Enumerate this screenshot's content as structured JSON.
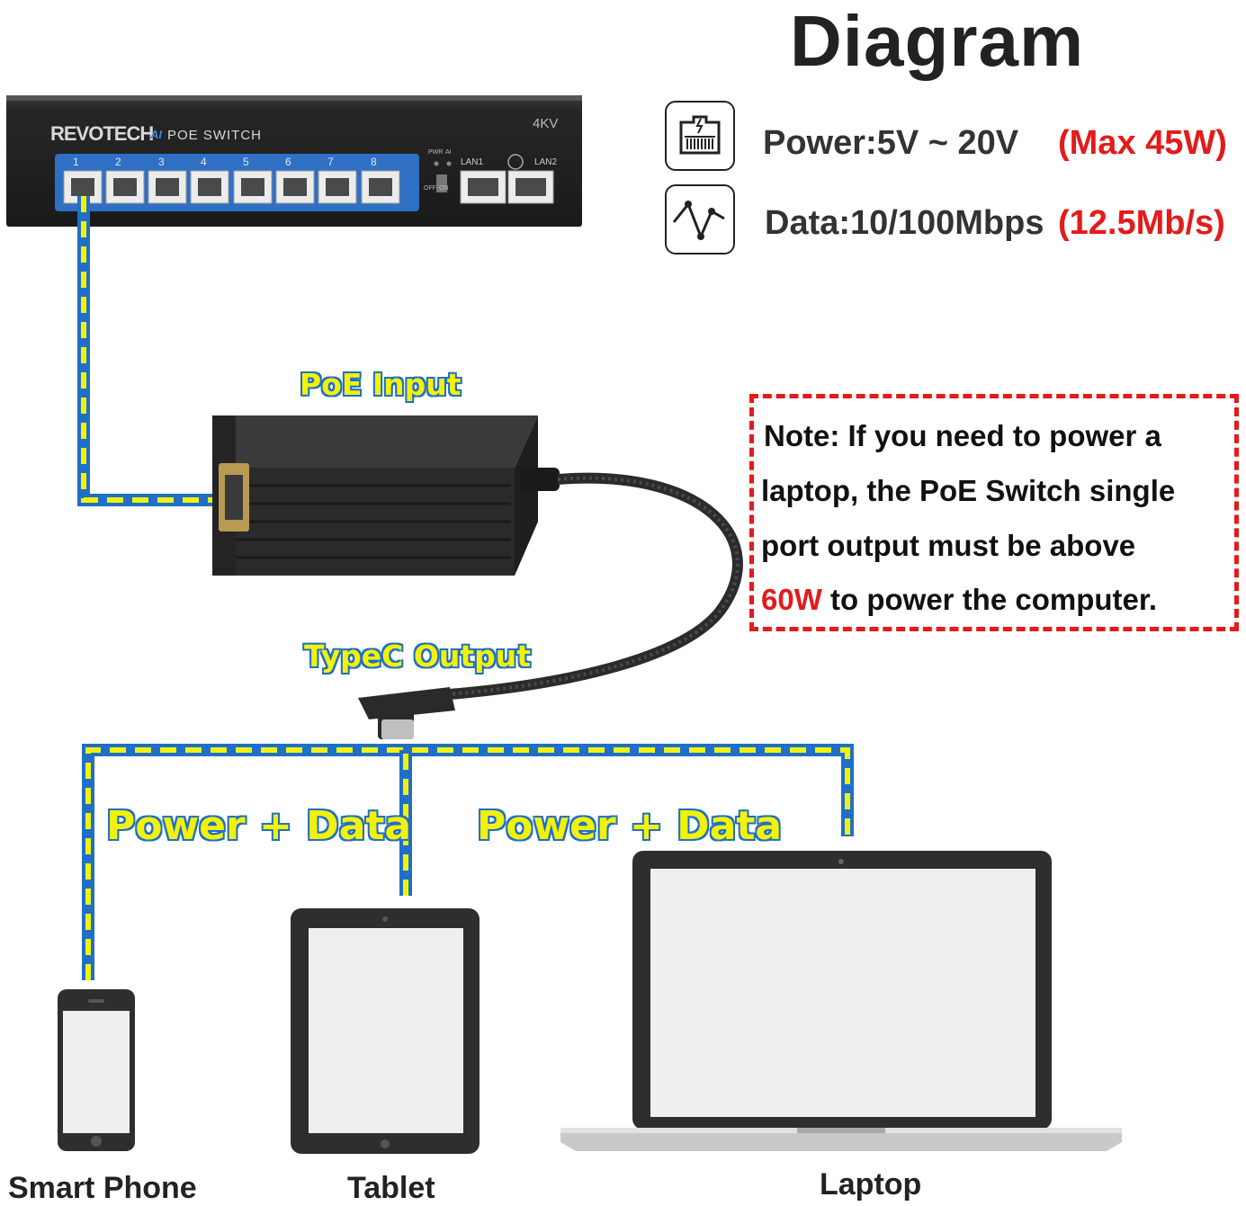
{
  "title": "Diagram",
  "specs": {
    "power_label": "Power:5V ~ 20V",
    "power_note": "(Max 45W)",
    "data_label": "Data:10/100Mbps",
    "data_note": "(12.5Mb/s)",
    "power_icon": "ethernet-port-icon",
    "data_icon": "signal-wave-icon"
  },
  "switch": {
    "brand": "REVOTECH",
    "ai_mark": "AI",
    "model": "POE SWITCH",
    "surge": "4KV",
    "ports": [
      "1",
      "2",
      "3",
      "4",
      "5",
      "6",
      "7",
      "8"
    ],
    "uplinks": [
      "LAN1",
      "LAN2"
    ],
    "switch_labels": {
      "pwr": "PWR",
      "ai": "AI",
      "off": "OFF",
      "on": "ON"
    }
  },
  "labels": {
    "poe_input": "PoE Input",
    "typec_output": "TypeC Output",
    "power_data_left": "Power + Data",
    "power_data_right": "Power + Data"
  },
  "note": {
    "line1": "Note: If you need to power a",
    "line2": "laptop, the PoE Switch single",
    "line3": "port output must be above",
    "line4_red": "60W",
    "line4_rest": " to power the computer."
  },
  "devices": {
    "phone": "Smart Phone",
    "tablet": "Tablet",
    "laptop": "Laptop"
  },
  "colors": {
    "accent_red": "#e31b1b",
    "cable_blue": "#1f6fc9",
    "cable_yellow": "#f2f208",
    "switch_blue": "#2f6fc4"
  }
}
